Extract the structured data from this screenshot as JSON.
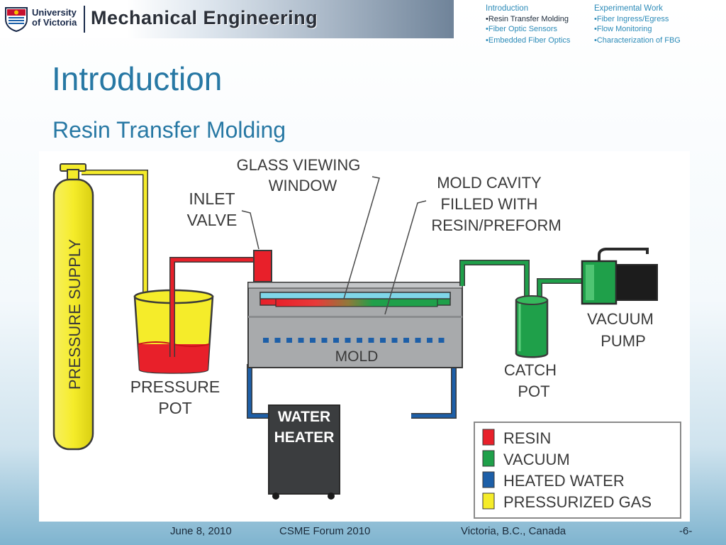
{
  "header": {
    "university_line1": "University",
    "university_line2": "of Victoria",
    "department": "Mechanical Engineering",
    "nav_left": {
      "heading": "Introduction",
      "items": [
        "•Resin Transfer Molding",
        "•Fiber Optic Sensors",
        "•Embedded Fiber Optics"
      ]
    },
    "nav_right": {
      "heading": "Experimental Work",
      "items": [
        "•Fiber Ingress/Egress",
        "•Flow Monitoring",
        "•Characterization of FBG"
      ]
    }
  },
  "slide": {
    "title": "Introduction",
    "subtitle": "Resin Transfer Molding"
  },
  "diagram": {
    "labels": {
      "window_1": "GLASS VIEWING",
      "window_2": "WINDOW",
      "cavity_1": "MOLD CAVITY",
      "cavity_2": "FILLED WITH",
      "cavity_3": "RESIN/PREFORM",
      "inlet_1": "INLET",
      "inlet_2": "VALVE",
      "supply": "PRESSURE SUPPLY",
      "pot_1": "PRESSURE",
      "pot_2": "POT",
      "mold": "MOLD",
      "catch_1": "CATCH",
      "catch_2": "POT",
      "pump_1": "VACUUM",
      "pump_2": "PUMP",
      "heater_1": "WATER",
      "heater_2": "HEATER"
    },
    "legend": [
      {
        "label": "RESIN",
        "color": "#e8202a"
      },
      {
        "label": "VACUUM",
        "color": "#1fa04a"
      },
      {
        "label": "HEATED WATER",
        "color": "#1d5fa8"
      },
      {
        "label": "PRESSURIZED GAS",
        "color": "#f5ec2a"
      }
    ]
  },
  "footer": {
    "date": "June 8, 2010",
    "event": "CSME Forum 2010",
    "location": "Victoria, B.C., Canada",
    "page": "-6-"
  }
}
